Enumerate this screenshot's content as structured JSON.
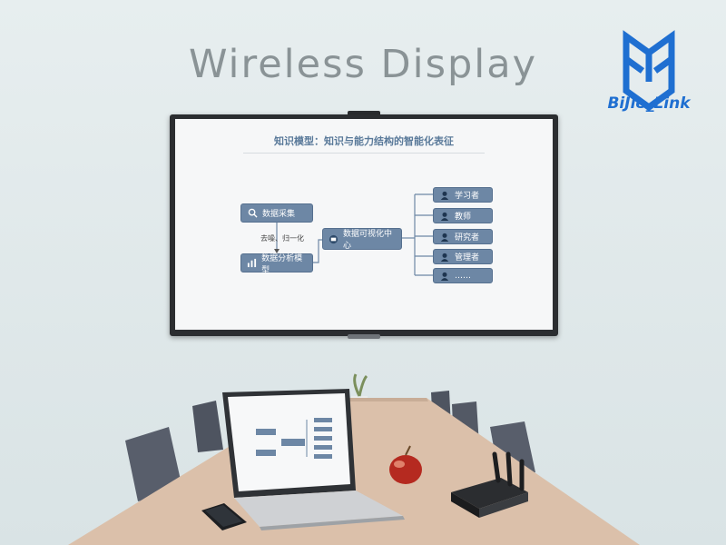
{
  "headline": "Wireless Display",
  "brand": "BiJie_Link",
  "tv_slide": {
    "title": "知识模型：知识与能力结构的智能化表征",
    "nodes": {
      "collect": "数据采集",
      "model": "数据分析模型",
      "center": "数据可视化中心"
    },
    "edge_label": "去噪、归一化",
    "roles": [
      "学习者",
      "教师",
      "研究者",
      "管理者",
      "……"
    ]
  },
  "colors": {
    "node_fill": "#6d87a5",
    "headline": "#8a9396",
    "brand": "#1f6fd1"
  }
}
